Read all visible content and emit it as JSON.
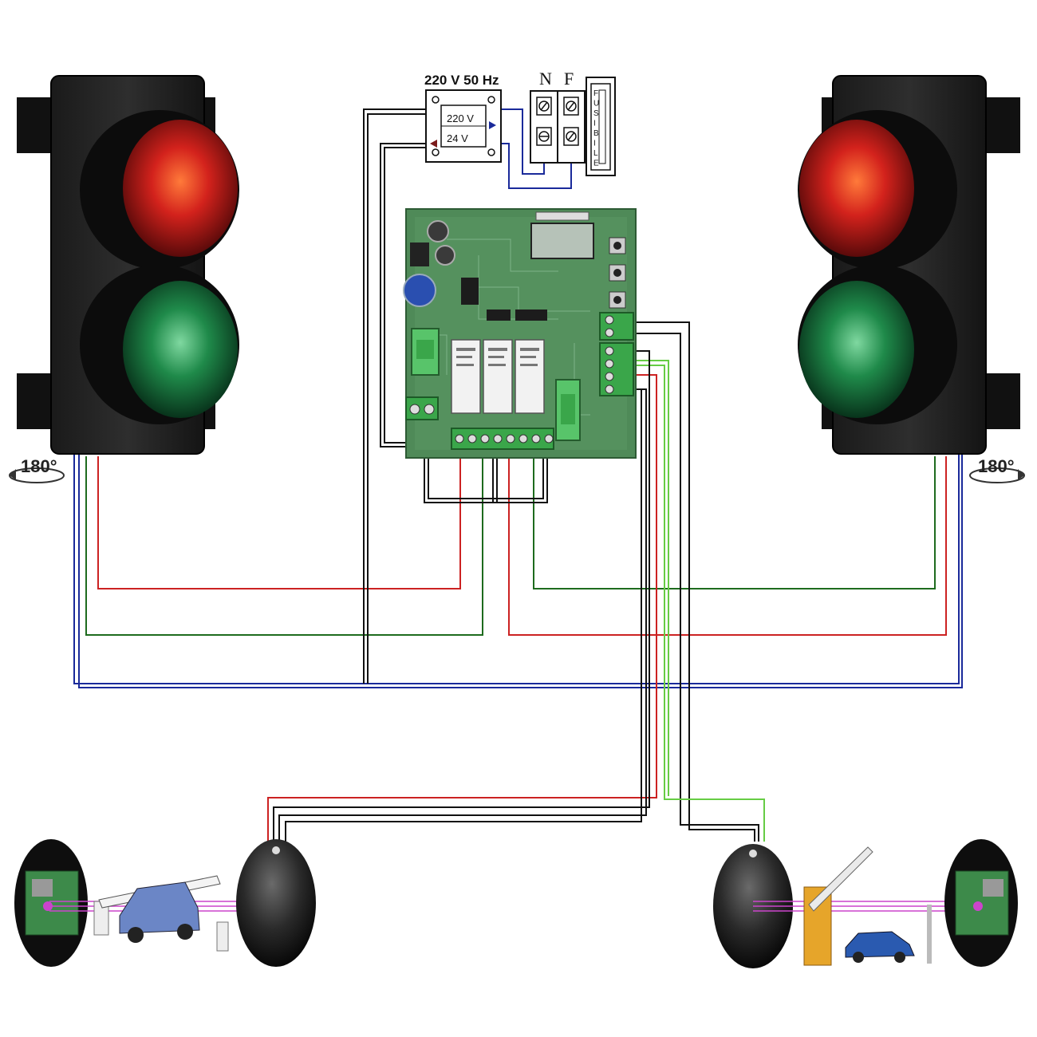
{
  "transformer": {
    "title": "220 V 50 Hz",
    "primary": "220 V",
    "secondary": "24 V"
  },
  "terminals": {
    "n_label": "N",
    "f_label": "F",
    "fuse_letters": [
      "F",
      "U",
      "S",
      "I",
      "B",
      "I",
      "L",
      "E"
    ]
  },
  "traffic_lights": {
    "left_rotation": "180°",
    "right_rotation": "180°"
  },
  "icons": {
    "rotation": "rotate-arrow-icon",
    "car": "car-icon",
    "barrier": "barrier-gate-icon"
  },
  "colors": {
    "red_wire": "#cc2222",
    "green_wire": "#1e6b1e",
    "blue_wire": "#1a2a9a",
    "black_wire": "#111111",
    "light_green_wire": "#66cc44",
    "brown_wire": "#7a2a1a",
    "pcb": "#4f8a58",
    "terminal_block": "#3aa64a",
    "beam": "#cc44cc"
  }
}
